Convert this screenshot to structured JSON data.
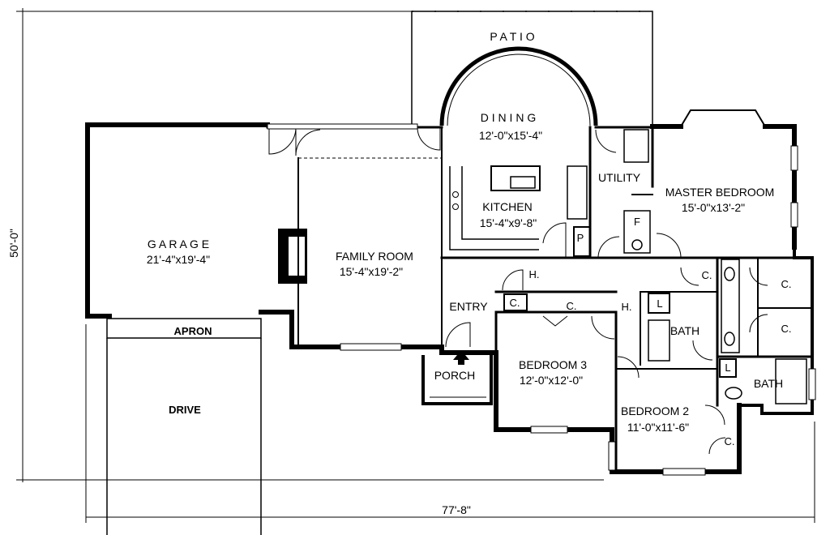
{
  "labels": {
    "patio": "P A T I O",
    "dining": "D I N I N G",
    "dining_dim": "12'-0\"x15'-4\"",
    "kitchen": "KITCHEN",
    "kitchen_dim": "15'-4\"x9'-8\"",
    "utility": "UTILITY",
    "master_bedroom": "MASTER BEDROOM",
    "master_dim": "15'-0\"x13'-2\"",
    "garage": "G A R A G E",
    "garage_dim": "21'-4\"x19'-4\"",
    "family_room": "FAMILY ROOM",
    "family_dim": "15'-4\"x19'-2\"",
    "apron": "APRON",
    "drive": "DRIVE",
    "entry": "ENTRY",
    "porch": "PORCH",
    "bedroom3": "BEDROOM 3",
    "bedroom3_dim": "12'-0\"x12'-0\"",
    "bedroom2": "BEDROOM 2",
    "bedroom2_dim": "11'-0\"x11'-6\"",
    "bath": "BATH",
    "hall": "H.",
    "closet": "C.",
    "pantry": "P",
    "freezer": "F",
    "linen": "L",
    "width_dim": "77'-8\"",
    "depth_dim": "50'-0\""
  }
}
